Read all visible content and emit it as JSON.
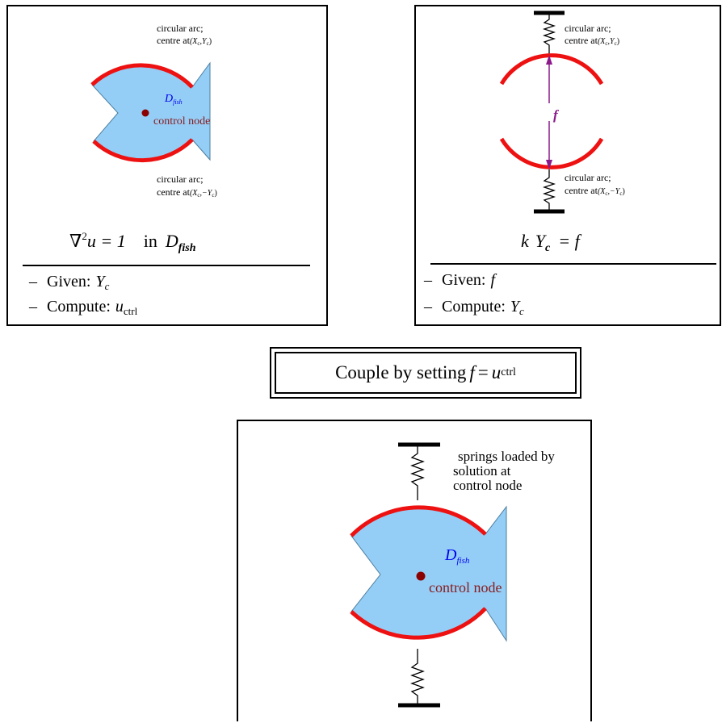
{
  "panel_fish": {
    "arc_top_line1": "circular arc;",
    "arc_top_line2": "centre at",
    "arc_top_coords": "(X",
    "arc_top_coords_sub": "c",
    "arc_top_coords_mid": ",Y",
    "arc_top_coords_sub2": "c",
    "arc_top_coords_end": ")",
    "domain_label": "D",
    "domain_label_sub": "fish",
    "control_label": "control node",
    "arc_bottom_line1": "circular arc;",
    "arc_bottom_line2": "centre at",
    "arc_bottom_coords": "(X",
    "arc_bottom_coords_sub": "c",
    "arc_bottom_coords_mid": ",−Y",
    "arc_bottom_coords_sub2": "c",
    "arc_bottom_coords_end": ")",
    "equation_lhs": "∇",
    "equation_sup": "2",
    "equation_mid": "u = 1",
    "equation_in": "in",
    "equation_dom": "D",
    "equation_dom_sub": "fish",
    "given_dash": "–",
    "given_label": "Given:",
    "given_var": "Y",
    "given_var_sub": "c",
    "compute_dash": "–",
    "compute_label": "Compute:",
    "compute_var": "u",
    "compute_var_sub": "ctrl"
  },
  "panel_spring": {
    "arc_top_line1": "circular arc;",
    "arc_top_line2": "centre at",
    "arc_top_coords": "(X",
    "arc_top_coords_sub": "c",
    "arc_top_coords_mid": ",Y",
    "arc_top_coords_sub2": "c",
    "arc_top_coords_end": ")",
    "force_label": "f",
    "arc_bottom_line1": "circular arc;",
    "arc_bottom_line2": "centre at",
    "arc_bottom_coords": "(X",
    "arc_bottom_coords_sub": "c",
    "arc_bottom_coords_mid": ",−Y",
    "arc_bottom_coords_sub2": "c",
    "arc_bottom_coords_end": ")",
    "equation_k": "k",
    "equation_y": "Y",
    "equation_y_sub": "c",
    "equation_eq": "= f",
    "given_dash": "–",
    "given_label": "Given:",
    "given_var": "f",
    "compute_dash": "–",
    "compute_label": "Compute:",
    "compute_var": "Y",
    "compute_var_sub": "c"
  },
  "couple": {
    "text": "Couple by setting",
    "lhs": "f",
    "eq": "=",
    "rhs": "u",
    "rhs_sub": "ctrl"
  },
  "panel_coupled": {
    "note_line1": "springs loaded by",
    "note_line2": "solution at",
    "note_line3": "control node",
    "domain_label": "D",
    "domain_label_sub": "fish",
    "control_label": "control node"
  },
  "colors": {
    "fish_fill": "#94cef7",
    "arc_red": "#ee1111",
    "node_dot": "#8b0000",
    "control_text": "#8b1a1a",
    "domain_blue": "#0000ee",
    "force_purple": "#8b1a8b"
  }
}
